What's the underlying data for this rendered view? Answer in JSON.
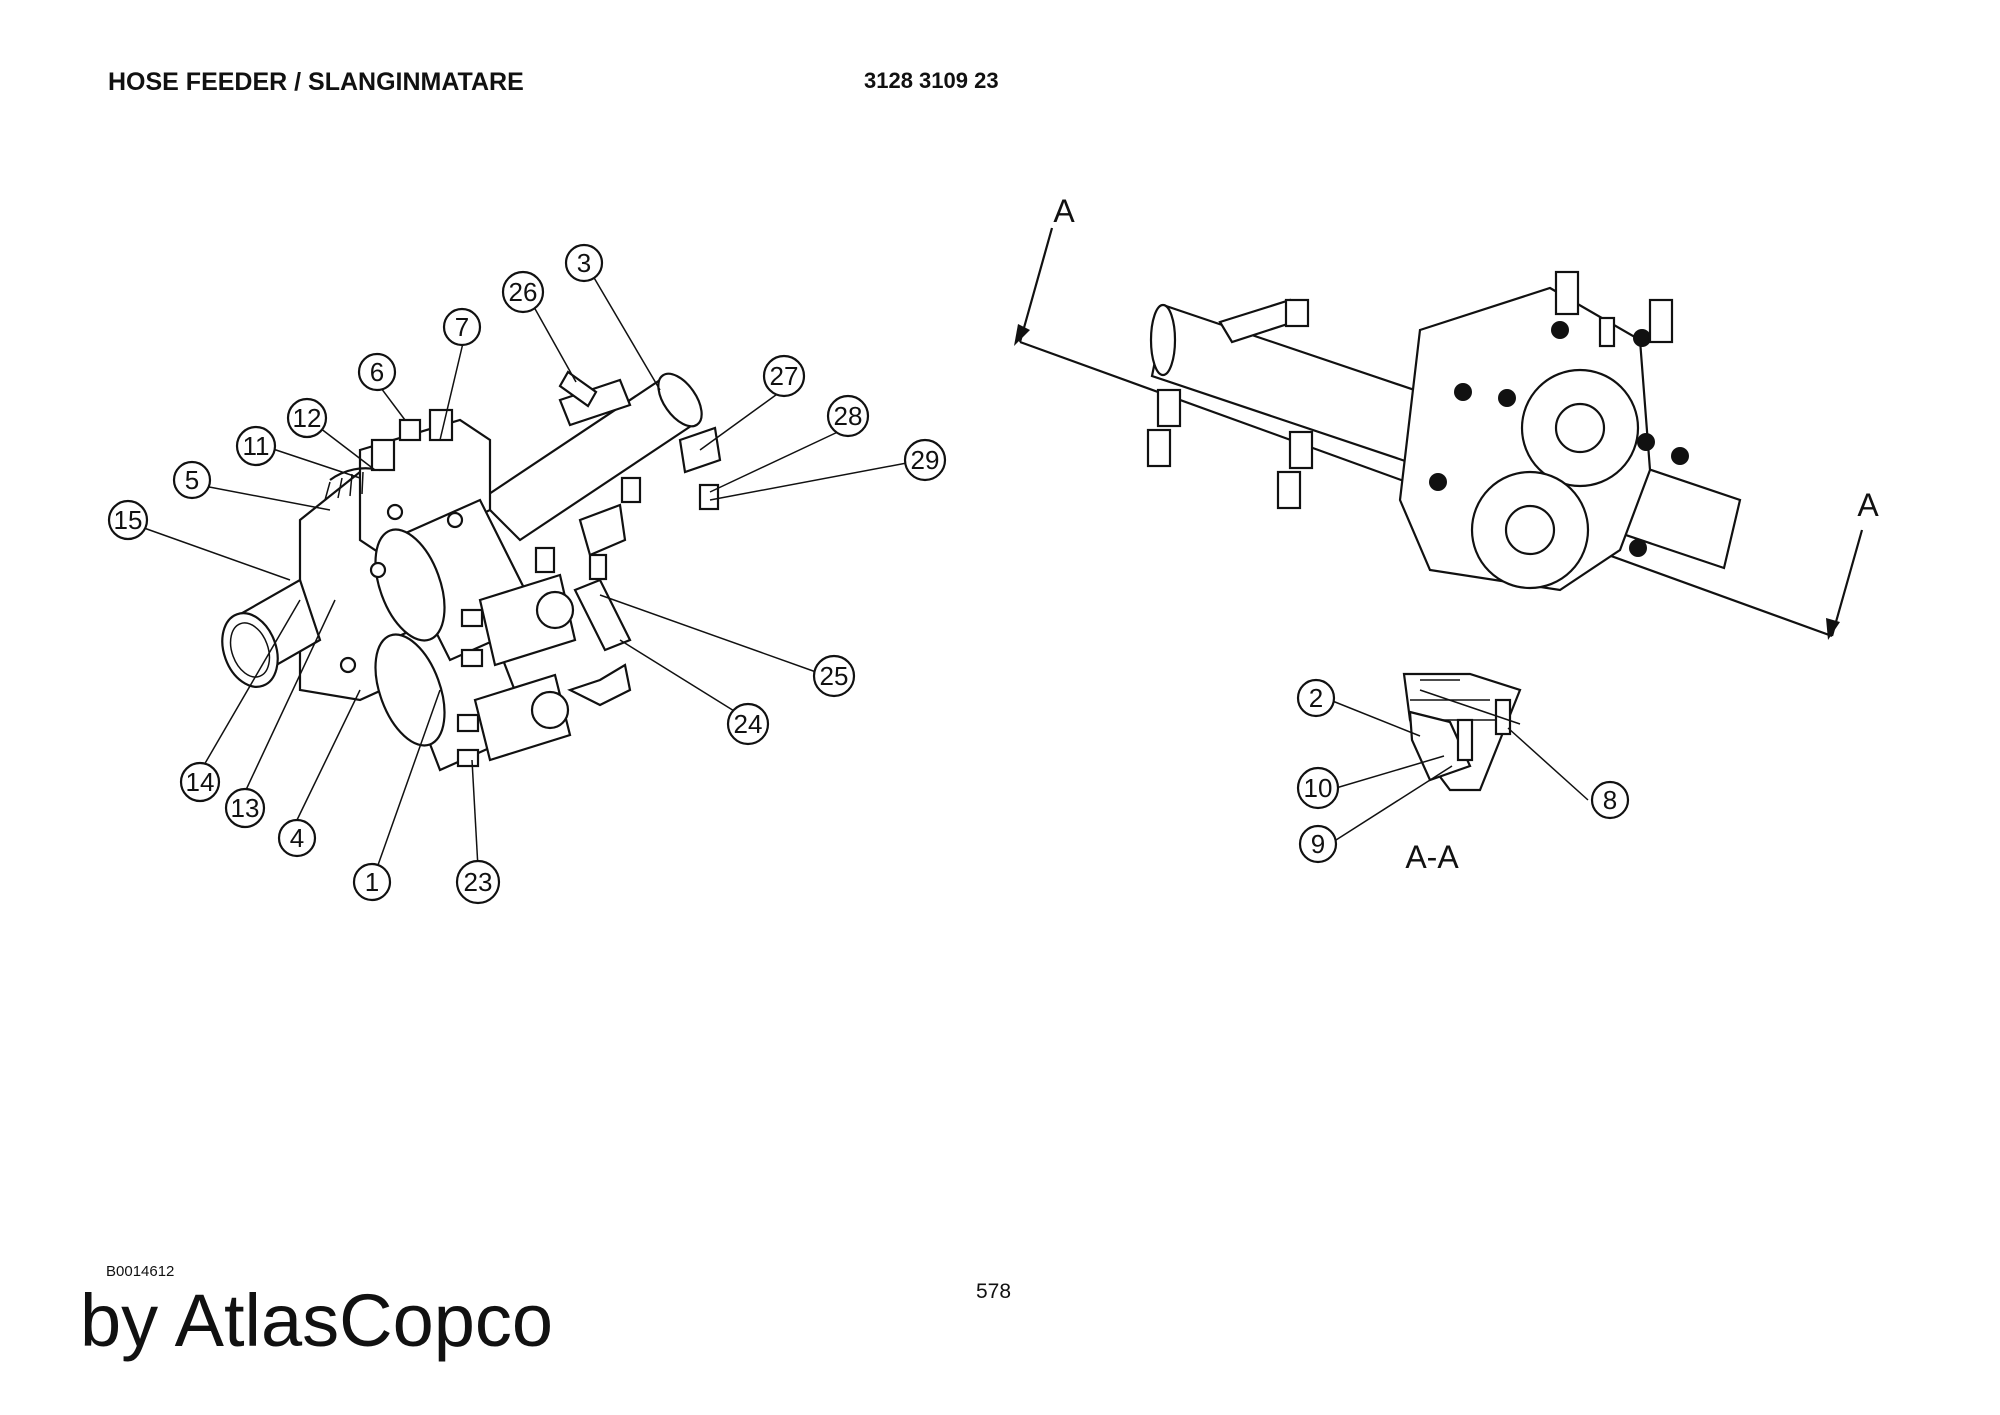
{
  "header": {
    "title": "HOSE FEEDER / SLANGINMATARE",
    "part_number": "3128 3109 23"
  },
  "diagram": {
    "section_label": "A",
    "section_view_label": "A-A",
    "callouts_main": [
      "1",
      "3",
      "4",
      "5",
      "6",
      "7",
      "11",
      "12",
      "13",
      "14",
      "15",
      "23",
      "24",
      "25",
      "26",
      "27",
      "28",
      "29"
    ],
    "callouts_section": [
      "2",
      "8",
      "9",
      "10"
    ]
  },
  "footer": {
    "doc_ref": "B0014612",
    "page_number": "578",
    "brand": "by AtlasCopco"
  }
}
